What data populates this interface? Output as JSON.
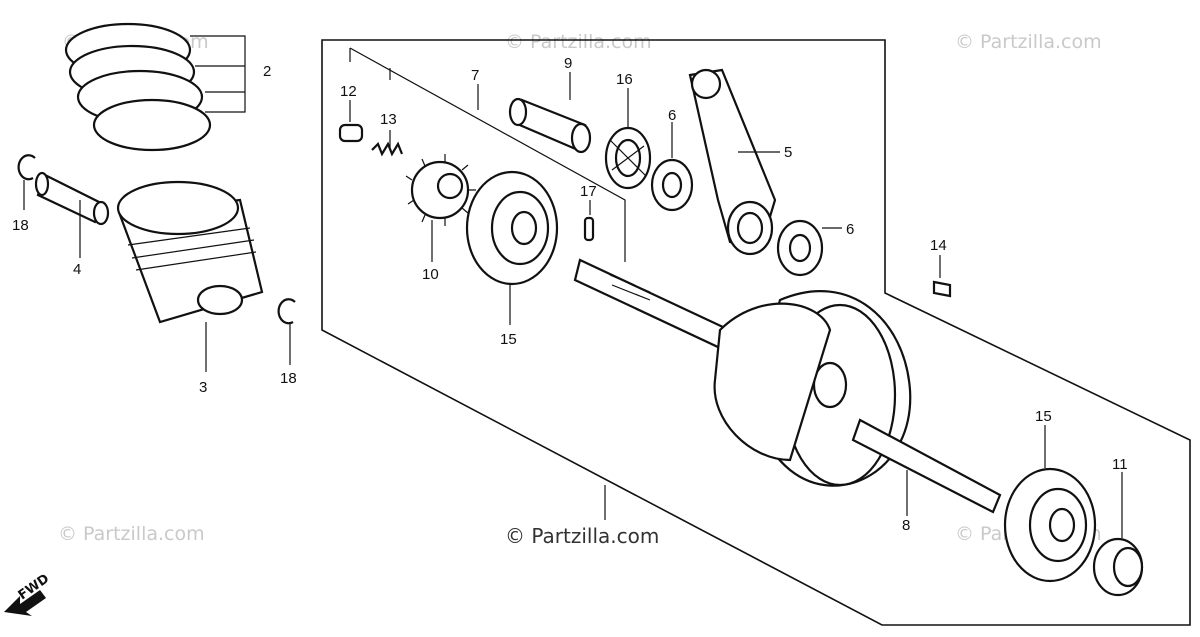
{
  "watermark": {
    "text": "© Partzilla.com",
    "center_text": "© Partzilla.com"
  },
  "direction_label": "FWD",
  "callouts": {
    "c2": "2",
    "c3": "3",
    "c4": "4",
    "c5": "5",
    "c6a": "6",
    "c6b": "6",
    "c7": "7",
    "c8": "8",
    "c9": "9",
    "c10": "10",
    "c11": "11",
    "c12": "12",
    "c13": "13",
    "c14": "14",
    "c15a": "15",
    "c15b": "15",
    "c16": "16",
    "c17": "17",
    "c18a": "18",
    "c18b": "18"
  },
  "parts": [
    {
      "ref": "2",
      "icon": "piston-ring-set-icon"
    },
    {
      "ref": "3",
      "icon": "piston-icon"
    },
    {
      "ref": "4",
      "icon": "piston-pin-icon"
    },
    {
      "ref": "5",
      "icon": "connecting-rod-icon"
    },
    {
      "ref": "6",
      "icon": "thrust-washer-icon"
    },
    {
      "ref": "7",
      "icon": "assembly-group-bracket"
    },
    {
      "ref": "8",
      "icon": "crankshaft-icon"
    },
    {
      "ref": "9",
      "icon": "crank-pin-icon"
    },
    {
      "ref": "10",
      "icon": "gear-icon"
    },
    {
      "ref": "11",
      "icon": "nut-icon"
    },
    {
      "ref": "12",
      "icon": "plunger-icon"
    },
    {
      "ref": "13",
      "icon": "spring-icon"
    },
    {
      "ref": "14",
      "icon": "woodruff-key-icon"
    },
    {
      "ref": "15",
      "icon": "ball-bearing-icon"
    },
    {
      "ref": "16",
      "icon": "needle-bearing-icon"
    },
    {
      "ref": "17",
      "icon": "pin-icon"
    },
    {
      "ref": "18",
      "icon": "circlip-icon"
    }
  ]
}
